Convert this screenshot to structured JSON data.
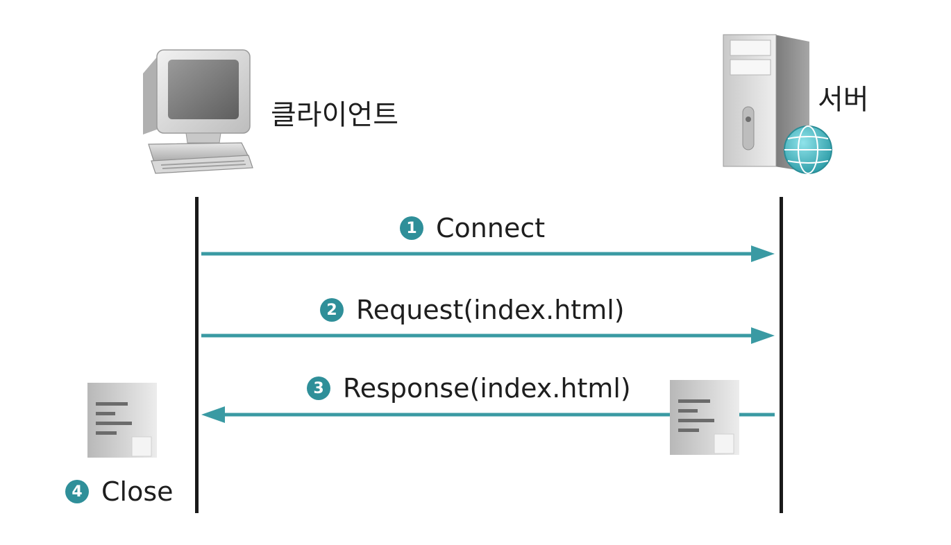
{
  "actors": {
    "client": {
      "label": "클라이언트",
      "icon": "desktop-computer-icon"
    },
    "server": {
      "label": "서버",
      "icon": "server-tower-icon"
    }
  },
  "steps": [
    {
      "number": "1",
      "label": "Connect",
      "direction": "client-to-server"
    },
    {
      "number": "2",
      "label": "Request(index.html)",
      "direction": "client-to-server"
    },
    {
      "number": "3",
      "label": "Response(index.html)",
      "direction": "server-to-client"
    },
    {
      "number": "4",
      "label": "Close",
      "direction": "none"
    }
  ],
  "colors": {
    "arrow": "#3a9aa3",
    "badge": "#2f8f99",
    "lifeline": "#1a1a1a"
  }
}
